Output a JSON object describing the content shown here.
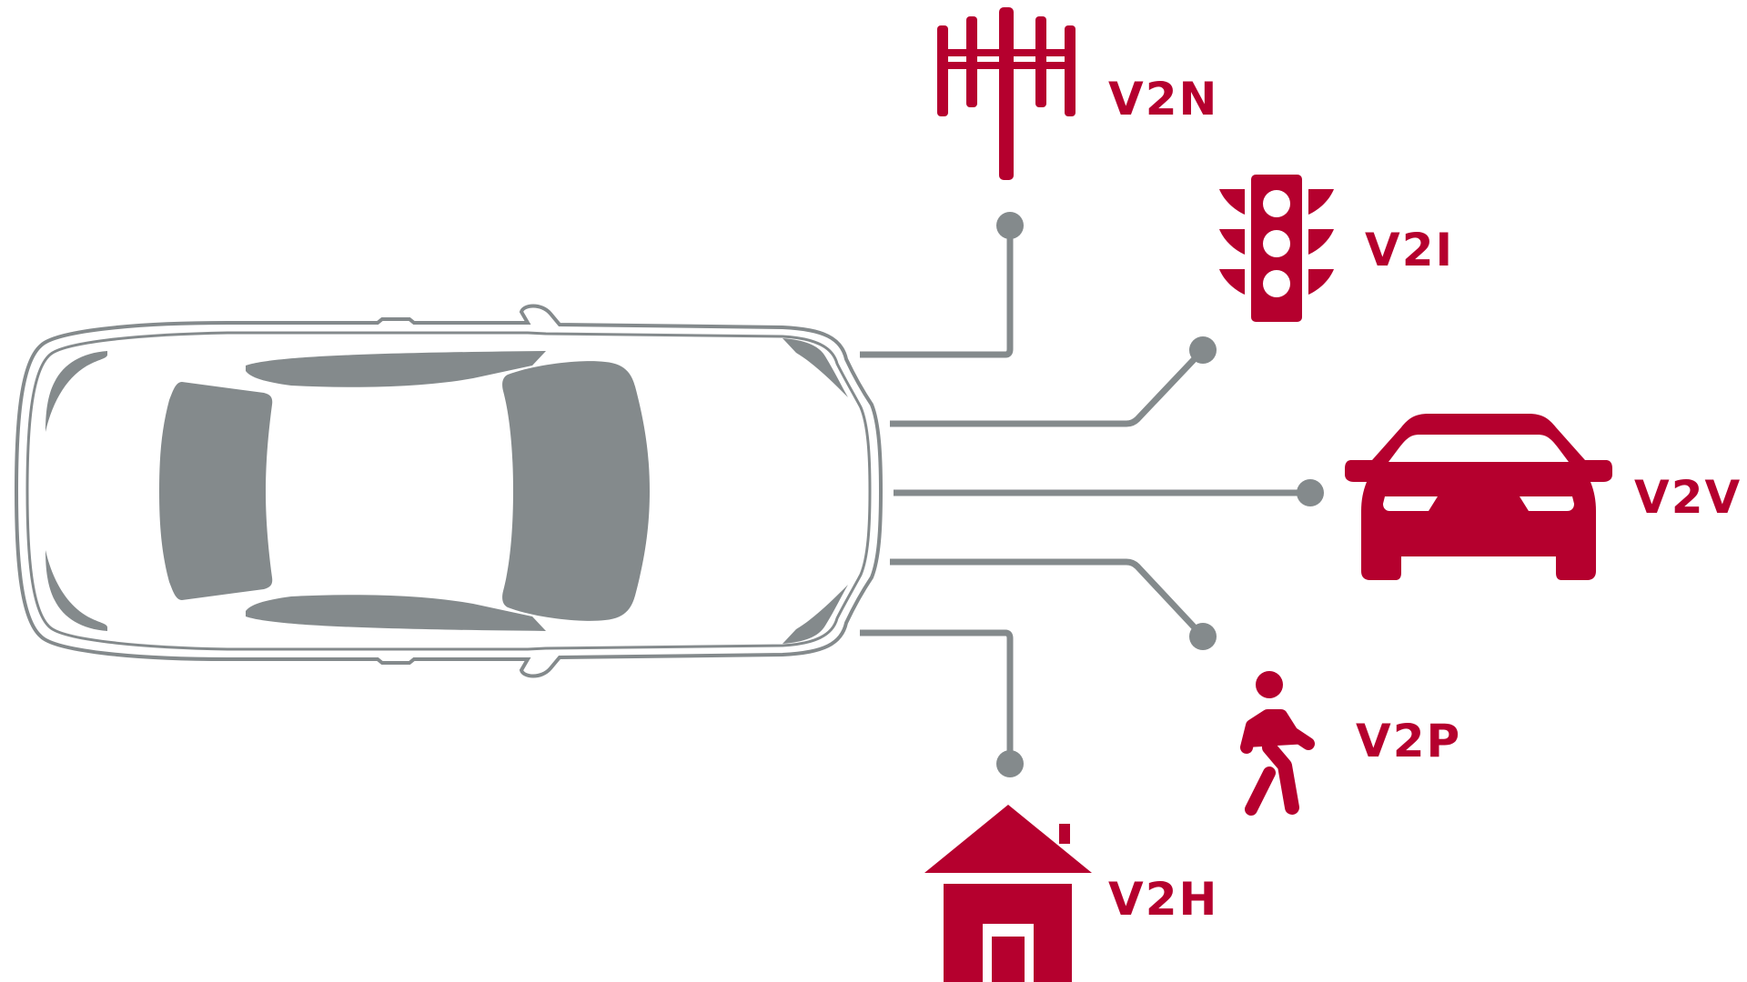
{
  "colors": {
    "accent": "#b5002e",
    "connector": "#848a8c",
    "car_body": "#ffffff",
    "car_detail": "#848a8c",
    "background": "#ffffff"
  },
  "nodes": [
    {
      "id": "network",
      "label": "V2N",
      "icon": "cell-tower-icon"
    },
    {
      "id": "infrastructure",
      "label": "V2I",
      "icon": "traffic-light-icon"
    },
    {
      "id": "vehicle",
      "label": "V2V",
      "icon": "car-front-icon"
    },
    {
      "id": "pedestrian",
      "label": "V2P",
      "icon": "pedestrian-icon"
    },
    {
      "id": "home",
      "label": "V2H",
      "icon": "house-icon"
    }
  ],
  "center": {
    "icon": "car-top-view-icon"
  }
}
